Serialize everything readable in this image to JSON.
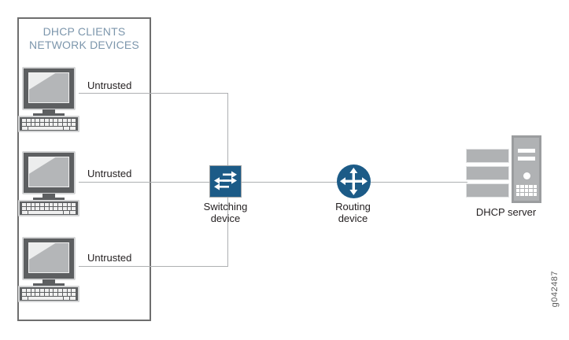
{
  "diagram": {
    "title_lines": "DHCP CLIENTS\nNETWORK DEVICES",
    "watermark": "g042487",
    "colors": {
      "group_title": "#7c96ac",
      "node_blue": "#1c5b87",
      "line": "#aeb0b2",
      "box_border": "#6e6e6e",
      "device_gray": "#5d5f61",
      "server_gray": "#b0b2b4",
      "text": "#231f20"
    },
    "clients": [
      {
        "id": "client-1",
        "icon": "desktop-computer-icon",
        "link_label": "Untrusted"
      },
      {
        "id": "client-2",
        "icon": "desktop-computer-icon",
        "link_label": "Untrusted"
      },
      {
        "id": "client-3",
        "icon": "desktop-computer-icon",
        "link_label": "Untrusted"
      }
    ],
    "nodes": [
      {
        "id": "switching-device",
        "icon": "switch-icon",
        "caption": "Switching\ndevice"
      },
      {
        "id": "routing-device",
        "icon": "router-icon",
        "caption": "Routing\ndevice"
      },
      {
        "id": "dhcp-server",
        "icon": "server-icon",
        "caption": "DHCP server"
      }
    ]
  }
}
